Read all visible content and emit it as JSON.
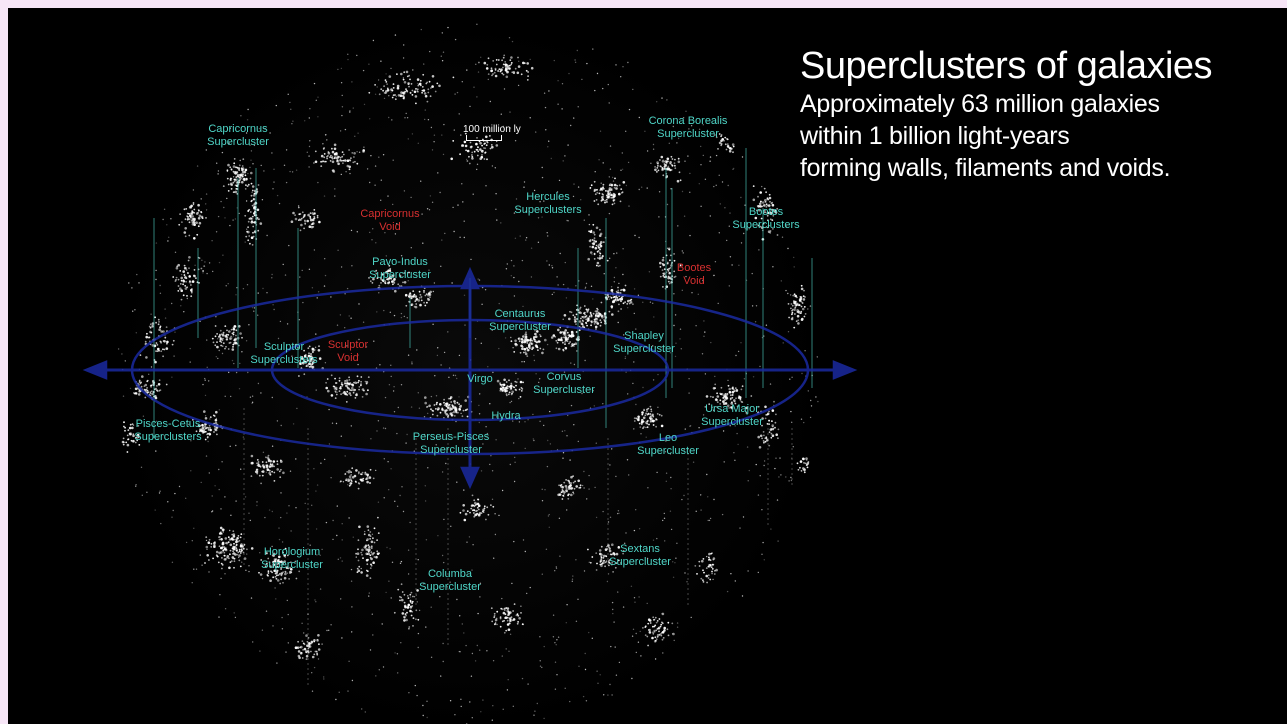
{
  "title": "Superclusters of galaxies",
  "subtitle_lines": [
    "Approximately 63 million galaxies",
    "within 1 billion light-years",
    "forming walls, filaments and voids."
  ],
  "scale_label": "100 million ly",
  "colors": {
    "background": "#000000",
    "frame": "#f7e6f7",
    "galaxies": "#ffffff",
    "plane": "#1a2aa0",
    "supercluster_label": "#4fd6c8",
    "void_label": "#d83030"
  },
  "superclusters": [
    {
      "id": "capricornus",
      "lines": [
        "Capricornus",
        "Supercluster"
      ]
    },
    {
      "id": "corona-borealis",
      "lines": [
        "Corona Borealis",
        "Supercluster"
      ]
    },
    {
      "id": "hercules",
      "lines": [
        "Hercules",
        "Superclusters"
      ]
    },
    {
      "id": "bootes",
      "lines": [
        "Bootes",
        "Superclusters"
      ]
    },
    {
      "id": "pavo-indus",
      "lines": [
        "Pavo-Indus",
        "Supercluster"
      ]
    },
    {
      "id": "centaurus",
      "lines": [
        "Centaurus",
        "Supercluster"
      ]
    },
    {
      "id": "sculptor",
      "lines": [
        "Sculptor",
        "Superclusters"
      ]
    },
    {
      "id": "shapley",
      "lines": [
        "Shapley",
        "Supercluster"
      ]
    },
    {
      "id": "virgo",
      "lines": [
        "Virgo"
      ]
    },
    {
      "id": "corvus",
      "lines": [
        "Corvus",
        "Supercluster"
      ]
    },
    {
      "id": "hydra",
      "lines": [
        "Hydra"
      ]
    },
    {
      "id": "pisces-cetus",
      "lines": [
        "Pisces-Cetus",
        "Superclusters"
      ]
    },
    {
      "id": "perseus-pisces",
      "lines": [
        "Perseus-Pisces",
        "Supercluster"
      ]
    },
    {
      "id": "ursa-major",
      "lines": [
        "Ursa Major",
        "Supercluster"
      ]
    },
    {
      "id": "leo",
      "lines": [
        "Leo",
        "Supercluster"
      ]
    },
    {
      "id": "horologium",
      "lines": [
        "Horologium",
        "Supercluster"
      ]
    },
    {
      "id": "columba",
      "lines": [
        "Columba",
        "Supercluster"
      ]
    },
    {
      "id": "sextans",
      "lines": [
        "Sextans",
        "Supercluster"
      ]
    }
  ],
  "voids": [
    {
      "id": "capricornus-void",
      "lines": [
        "Capricornus",
        "Void"
      ]
    },
    {
      "id": "bootes-void",
      "lines": [
        "Bootes",
        "Void"
      ]
    },
    {
      "id": "sculptor-void",
      "lines": [
        "Sculptor",
        "Void"
      ]
    }
  ]
}
